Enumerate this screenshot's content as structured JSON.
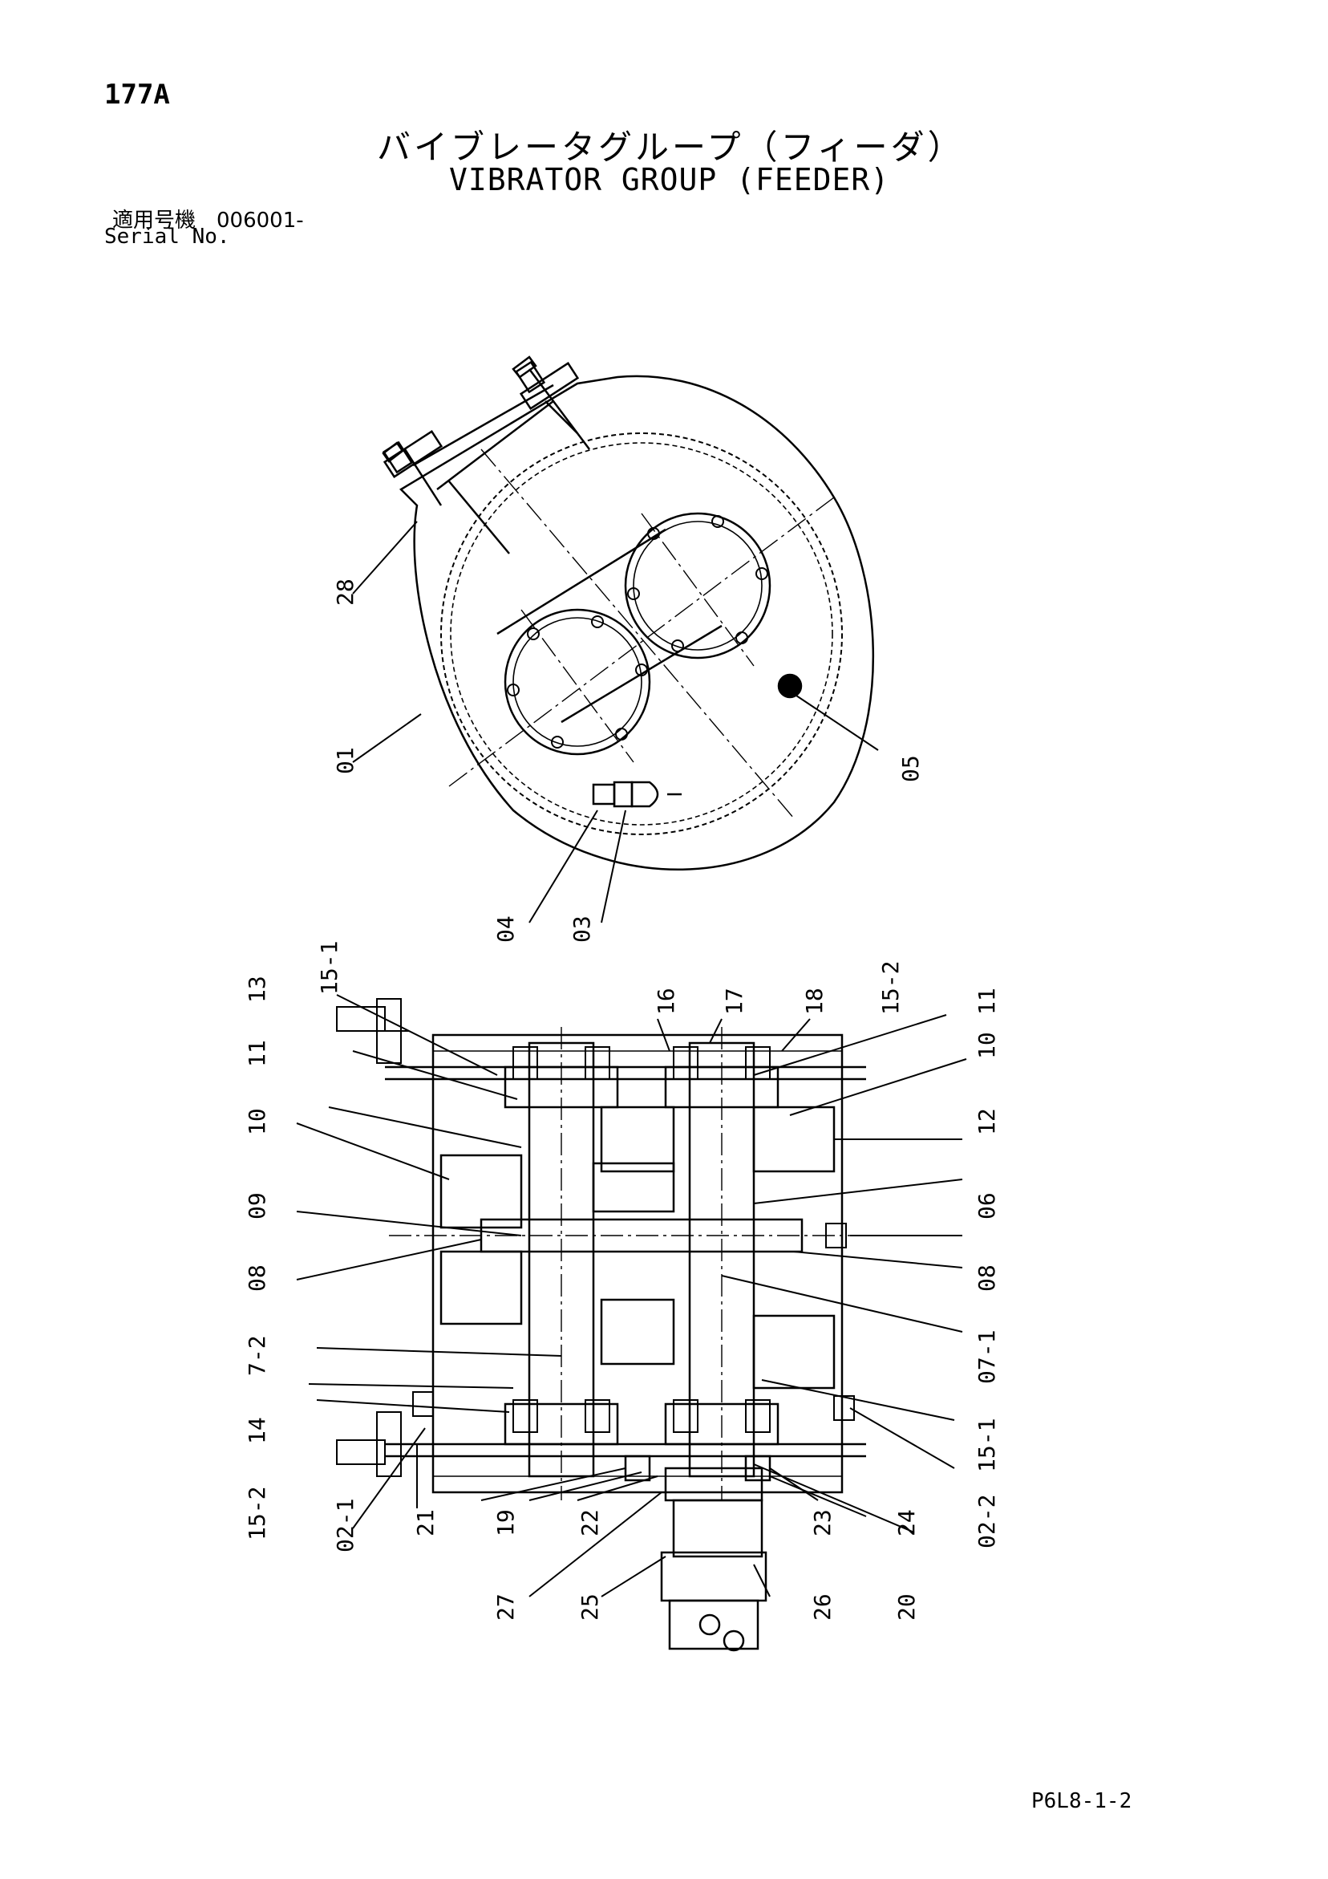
{
  "page": {
    "number": "177A",
    "title_jp": "バイブレータグループ（フィーダ）",
    "title_en": "VIBRATOR GROUP (FEEDER)",
    "serial_jp": "適用号機　006001-",
    "serial_en": "Serial No.",
    "footer_code": "P6L8-1-2"
  },
  "callouts": {
    "top_view": [
      "28",
      "01",
      "05",
      "04",
      "03"
    ],
    "section_top": [
      "15-1",
      "16",
      "17",
      "18",
      "15-2",
      "11"
    ],
    "section_left": [
      "13",
      "11",
      "10",
      "09",
      "08",
      "7-2",
      "14",
      "15-2"
    ],
    "section_right": [
      "10",
      "12",
      "06",
      "08",
      "07-1",
      "15-1",
      "02-2"
    ],
    "section_bottom": [
      "02-1",
      "21",
      "19",
      "22",
      "23",
      "24",
      "20",
      "27",
      "25",
      "26"
    ]
  }
}
